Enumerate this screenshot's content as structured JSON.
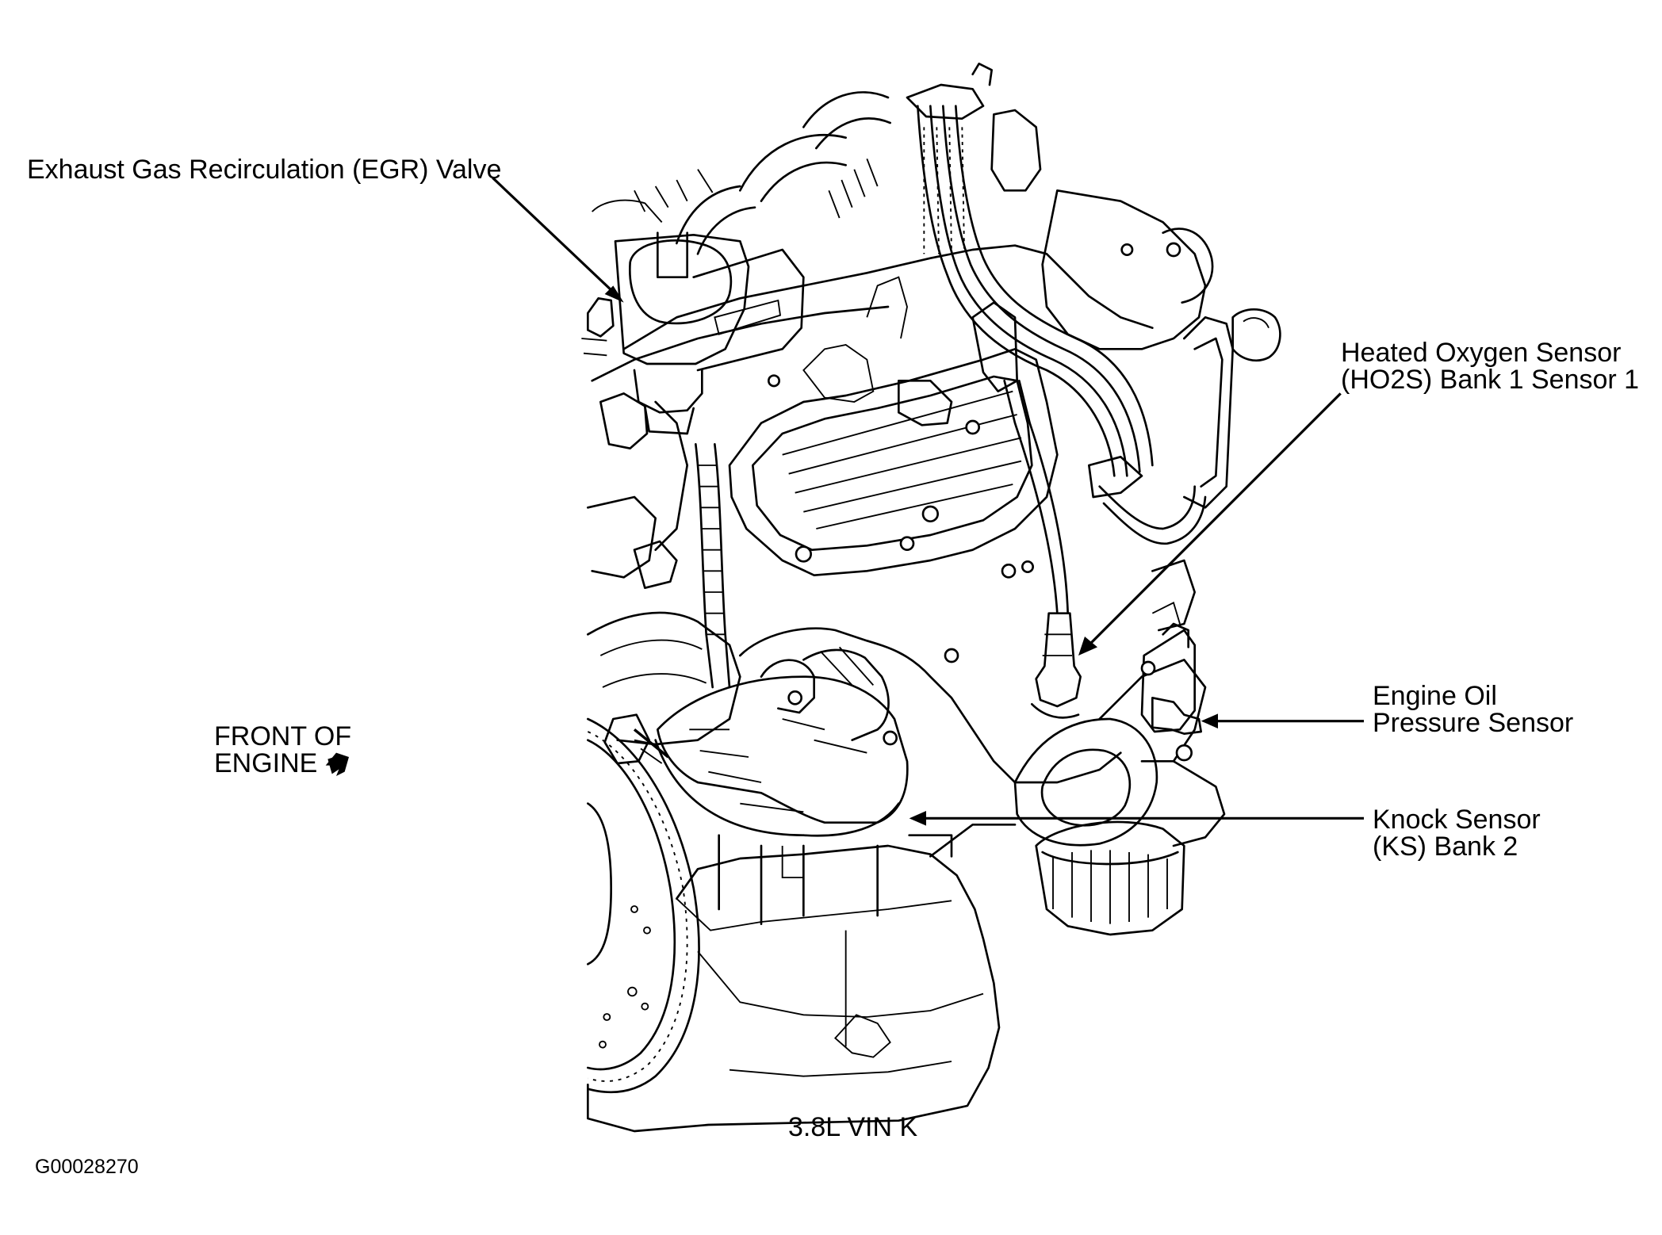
{
  "callouts": {
    "egr_valve": "Exhaust Gas Recirculation (EGR) Valve",
    "ho2s_line1": "Heated Oxygen Sensor",
    "ho2s_line2": "(HO2S) Bank 1 Sensor 1",
    "oil_pressure_line1": "Engine Oil",
    "oil_pressure_line2": "Pressure Sensor",
    "knock_line1": "Knock Sensor",
    "knock_line2": "(KS) Bank 2"
  },
  "orientation": {
    "line1": "FRONT OF",
    "line2": "ENGINE",
    "arrow_icon": "front-arrow-icon"
  },
  "caption": "3.8L VIN K",
  "figure_id": "G00028270"
}
